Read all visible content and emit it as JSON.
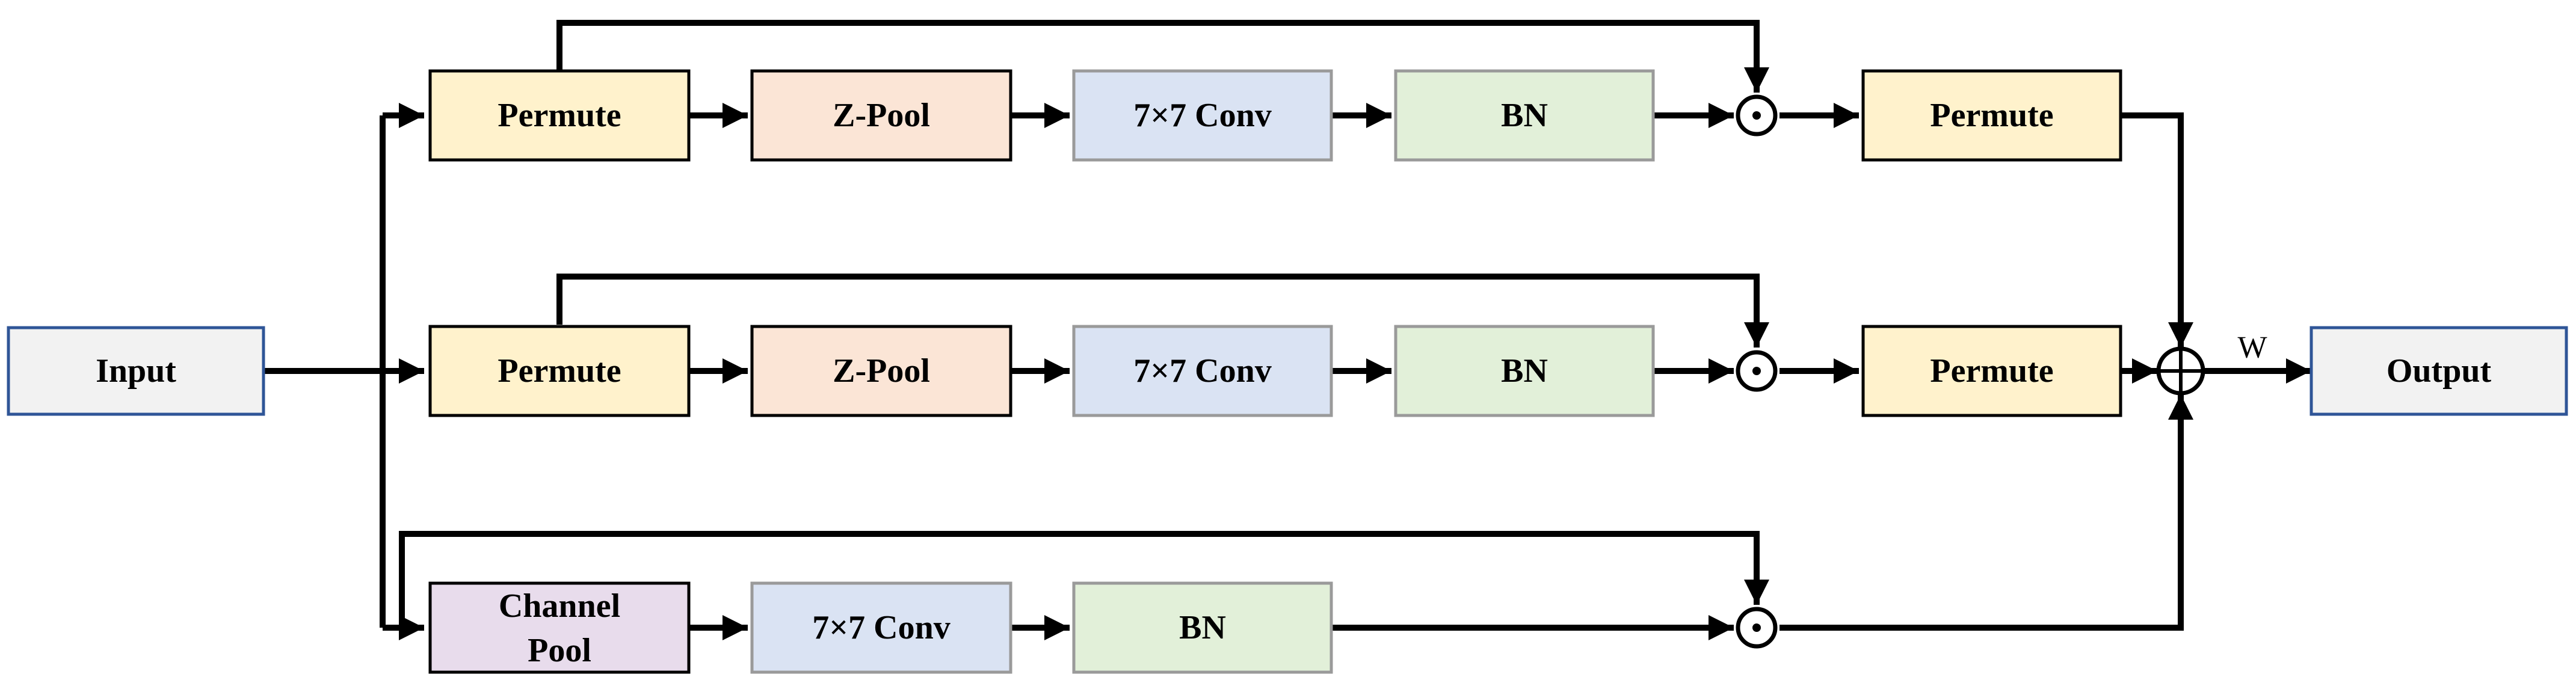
{
  "colors": {
    "line": "#000000",
    "permute_fill": "#FFF2CC",
    "zpool_fill": "#FBE5D6",
    "conv_fill": "#DAE3F3",
    "bn_fill": "#E2F0D9",
    "channel_pool_fill": "#E8DCEC",
    "io_fill": "#F2F2F2",
    "io_border": "#2F5597",
    "box_border": "#000000",
    "light_border": "#9A9A9A"
  },
  "input": {
    "label": "Input"
  },
  "output": {
    "label": "Output"
  },
  "weight_label": "W",
  "branch1": {
    "permute_in": "Permute",
    "zpool": "Z-Pool",
    "conv": "7×7 Conv",
    "bn": "BN",
    "permute_out": "Permute"
  },
  "branch2": {
    "permute_in": "Permute",
    "zpool": "Z-Pool",
    "conv": "7×7 Conv",
    "bn": "BN",
    "permute_out": "Permute"
  },
  "branch3": {
    "channel_pool_line1": "Channel",
    "channel_pool_line2": "Pool",
    "conv": "7×7 Conv",
    "bn": "BN"
  },
  "operators": {
    "multiply": "elementwise-multiply-icon",
    "add": "elementwise-add-icon"
  }
}
